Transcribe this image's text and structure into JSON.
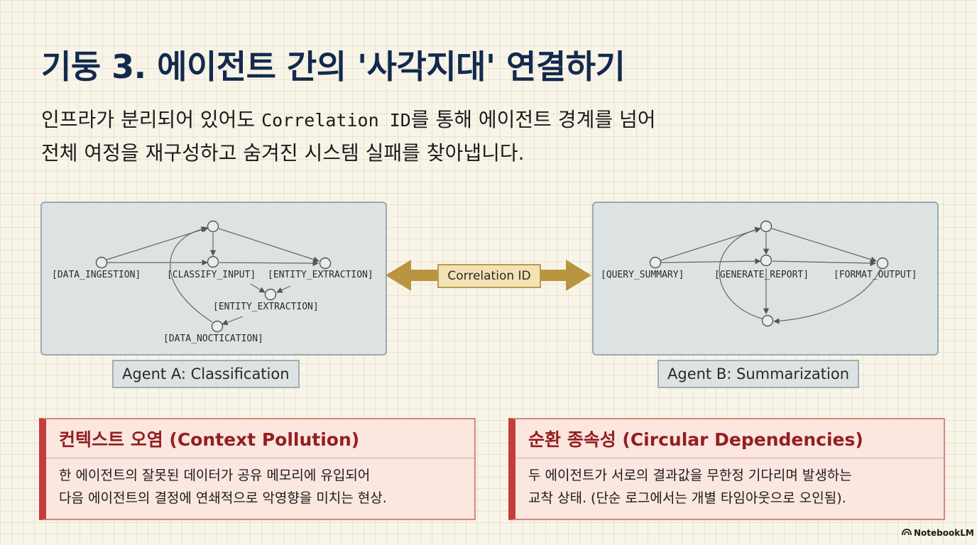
{
  "slide": {
    "title": "기둥 3. 에이전트 간의 '사각지대' 연결하기",
    "subtitle_line1_prefix": "인프라가 분리되어 있어도 ",
    "subtitle_line1_code": "Correlation ID",
    "subtitle_line1_suffix": "를 통해 에이전트 경계를 넘어",
    "subtitle_line2": "전체 여정을 재구성하고 숨겨진 시스템 실패를 찾아냅니다."
  },
  "agent_a": {
    "label": "Agent A: Classification",
    "nodes": [
      {
        "label": "[DATA_INGESTION]"
      },
      {
        "label": "[CLASSIFY_INPUT]"
      },
      {
        "label": "[ENTITY_EXTRACTION]"
      },
      {
        "label": "[ENTITY_EXTRACTION]"
      },
      {
        "label": "[DATA_NOCTICATION]"
      }
    ]
  },
  "agent_b": {
    "label": "Agent B: Summarization",
    "nodes": [
      {
        "label": "[QUERY_SUMMARY]"
      },
      {
        "label": "[GENERATE_REPORT]"
      },
      {
        "label": "[FORMAT_OUTPUT]"
      }
    ]
  },
  "connector": {
    "label": "Correlation ID",
    "color": "#b8953e"
  },
  "cards": [
    {
      "title": "컨텍스트 오염 (Context Pollution)",
      "lines": [
        "한 에이전트의 잘못된 데이터가 공유 메모리에 유입되어",
        "다음 에이전트의 결정에 연쇄적으로 악영향을 미치는 현상."
      ]
    },
    {
      "title": "순환 종속성 (Circular Dependencies)",
      "lines": [
        "두 에이전트가 서로의 결과값을 무한정 기다리며 발생하는",
        "교착 상태. (단순 로그에서는 개별 타임아웃으로 오인됨)."
      ]
    }
  ],
  "brand": {
    "name": "NotebookLM",
    "icon": "notebooklm-logo-icon"
  },
  "colors": {
    "title": "#13294e",
    "panel_bg": "#dde3e3",
    "card_accent": "#c43c3c",
    "card_title": "#931f1f"
  }
}
